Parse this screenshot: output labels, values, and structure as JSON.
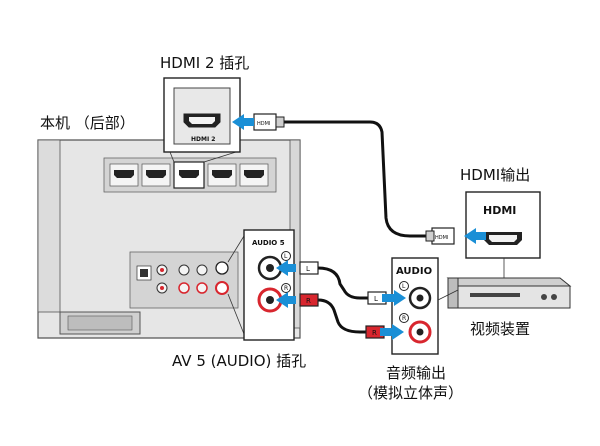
{
  "labels": {
    "hdmi2_jack": "HDMI 2 插孔",
    "unit_rear": "本机 （后部）",
    "hdmi_output": "HDMI输出",
    "av5_jack": "AV 5 (AUDIO) 插孔",
    "video_device": "视频装置",
    "audio_output_line1": "音频输出",
    "audio_output_line2": "（模拟立体声）"
  },
  "connectors": {
    "hdmi_plug": "HDMI",
    "hdmi2_port": "HDMI 2",
    "device_hdmi": "HDMI",
    "audio5": "AUDIO 5",
    "device_audio": "AUDIO",
    "left": "L",
    "right": "R"
  },
  "colors": {
    "cable": "#111111",
    "arrow": "#1a8fd6",
    "red_plug": "#d8262e",
    "panel_fill": "#e6e6e6",
    "panel_stroke": "#555555"
  }
}
